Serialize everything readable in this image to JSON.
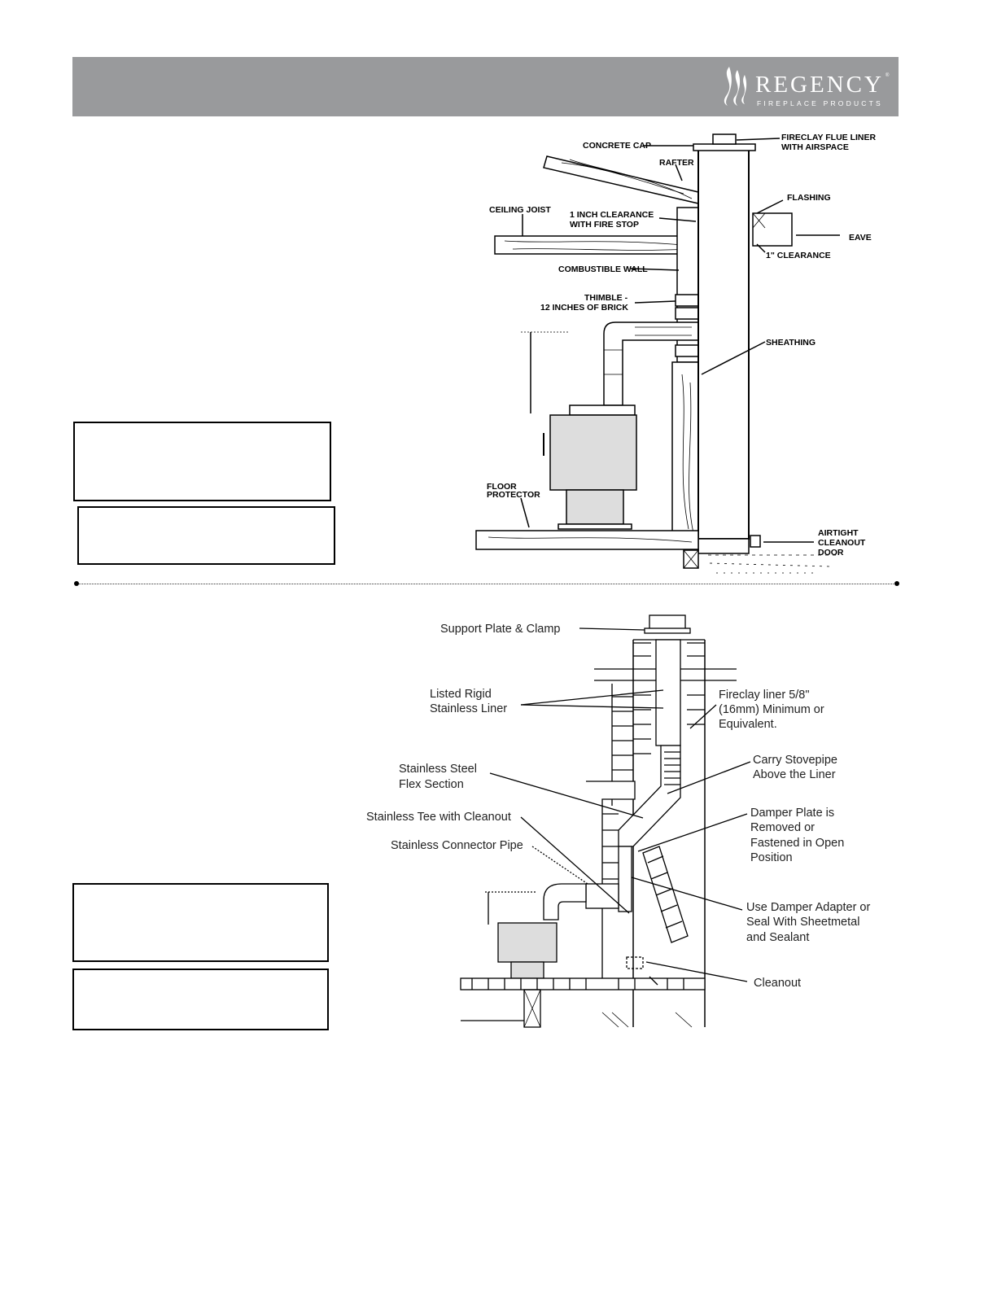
{
  "header": {
    "brand": "REGENCY",
    "brand_sub": "FIREPLACE PRODUCTS",
    "trademark": "®",
    "bg_color": "#999a9c"
  },
  "diagram1": {
    "labels": {
      "concrete_cap": "CONCRETE CAP",
      "fireclay_1": "FIRECLAY FLUE LINER",
      "fireclay_2": "WITH AIRSPACE",
      "rafter": "RAFTER",
      "flashing": "FLASHING",
      "ceiling_joist": "CEILING JOIST",
      "clearance_1": "1 INCH CLEARANCE",
      "clearance_2": "WITH FIRE STOP",
      "eave": "EAVE",
      "one_inch_clearance": "1\" CLEARANCE",
      "combustible_wall": "COMBUSTIBLE WALL",
      "thimble_1": "THIMBLE -",
      "thimble_2": "12 INCHES OF BRICK",
      "sheathing": "SHEATHING",
      "floor_protector_1": "FLOOR",
      "floor_protector_2": "PROTECTOR",
      "cleanout_1": "AIRTIGHT",
      "cleanout_2": "CLEANOUT",
      "cleanout_3": "DOOR"
    }
  },
  "diagram2": {
    "labels": {
      "support_plate": "Support Plate & Clamp",
      "rigid_liner_1": "Listed Rigid",
      "rigid_liner_2": "Stainless Liner",
      "fireclay_1": "Fireclay liner 5/8\"",
      "fireclay_2": "(16mm) Minimum or",
      "fireclay_3": "Equivalent.",
      "flex_1": "Stainless Steel",
      "flex_2": "Flex Section",
      "carry_1": "Carry Stovepipe",
      "carry_2": "Above the Liner",
      "tee": "Stainless Tee with Cleanout",
      "connector": "Stainless Connector Pipe",
      "damper_1": "Damper Plate is",
      "damper_2": "Removed or",
      "damper_3": "Fastened in Open",
      "damper_4": "Position",
      "adapter_1": "Use Damper Adapter or",
      "adapter_2": "Seal With Sheetmetal",
      "adapter_3": "and Sealant",
      "cleanout": "Cleanout"
    }
  }
}
